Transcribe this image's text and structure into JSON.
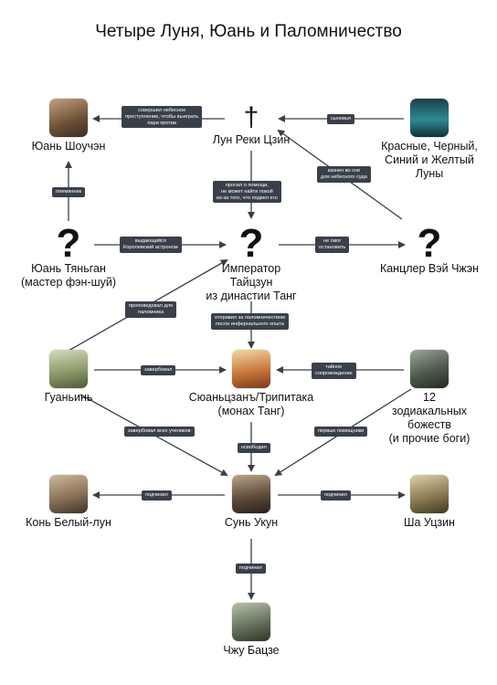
{
  "title": "Четыре Луня, Юань и Паломничество",
  "nodes": {
    "lun_reki": {
      "label": "Лун Реки Цзин",
      "icon": "dagger-icon"
    },
    "yuan_shouchen": {
      "label": "Юань Шоучэн",
      "icon": "portrait-photo",
      "color": "#8a6b4f"
    },
    "moons": {
      "label": [
        "Красные, Черный,",
        "Синий и Желтый",
        "Луны"
      ],
      "icon": "portrait-photo",
      "color": "#2e6f7a"
    },
    "yuan_tyangan": {
      "label": [
        "Юань Тяньган",
        "(мастер фэн-шуй)"
      ],
      "icon": "question-mark"
    },
    "emperor": {
      "label": [
        "Император",
        "Тайцзун",
        "из династии Танг"
      ],
      "icon": "question-mark"
    },
    "chancellor": {
      "label": "Канцлер Вэй Чжэн",
      "icon": "question-mark"
    },
    "guanyin": {
      "label": "Гуаньинь",
      "icon": "portrait-photo",
      "color": "#9aa67a"
    },
    "xuanzang": {
      "label": [
        "Сюаньцзанъ/Трипитака",
        "(монах Танг)"
      ],
      "icon": "portrait-photo",
      "color": "#c98a4a"
    },
    "gods": {
      "label": [
        "12",
        "зодиакальных",
        "божеств",
        "(и прочие боги)"
      ],
      "icon": "portrait-photo",
      "color": "#5c6a5a"
    },
    "horse": {
      "label": "Конь Белый-лун",
      "icon": "portrait-photo",
      "color": "#8e7a60"
    },
    "sun_wukong": {
      "label": "Сунь Укун",
      "icon": "portrait-photo",
      "color": "#6b5a48"
    },
    "sha_wujing": {
      "label": "Ша Уцзин",
      "icon": "portrait-photo",
      "color": "#8a7d55"
    },
    "zhu_bajie": {
      "label": "Чжу Бацзе",
      "icon": "portrait-photo",
      "color": "#6e7a66"
    }
  },
  "edge_labels": {
    "crime": [
      "совершил небесное",
      "преступление, чтобы выиграть",
      "пари против"
    ],
    "nephew": [
      "сыновья"
    ],
    "executed": [
      "казнен во сне",
      "для небесного суда"
    ],
    "asked": [
      "просил о помощи,",
      "не может найти покой",
      "из-за того, что подвел его"
    ],
    "nephew2": [
      "племянник"
    ],
    "astronomer": [
      "выдающийся",
      "Королевский астроном"
    ],
    "could_not": [
      "не смог",
      "остановить"
    ],
    "pilgrim": [
      "проповедовал для",
      "паломника"
    ],
    "sent": [
      "отправил за паломничеством",
      "после инфернального опыта"
    ],
    "recruited": [
      "завербовал"
    ],
    "secret": [
      "тайное",
      "сопровождение"
    ],
    "recruited_all": [
      "завербовал всех учеников"
    ],
    "first_helpers": [
      "первые помощники"
    ],
    "freed": [
      "освободил"
    ],
    "subdued_left": [
      "подчинил"
    ],
    "subdued_right": [
      "подчинил"
    ],
    "subdued_down": [
      "подчинил"
    ]
  },
  "colors": {
    "edge": "#3a4049",
    "label_bg": "#3a4049",
    "label_text": "#ffffff"
  }
}
